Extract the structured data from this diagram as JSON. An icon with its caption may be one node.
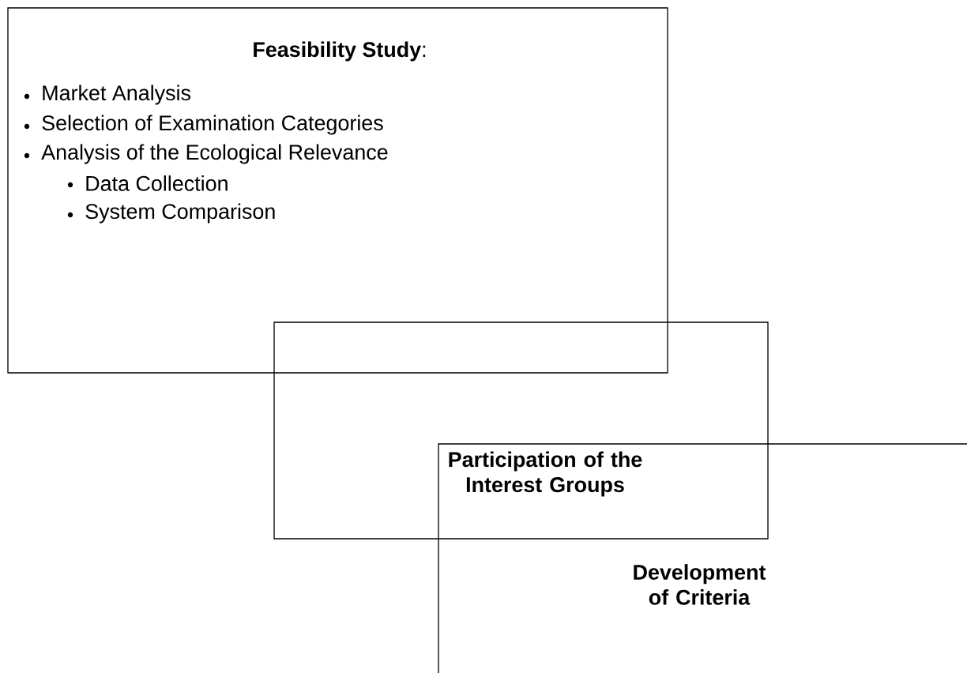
{
  "diagram": {
    "nodes": [
      {
        "text": [
          "**Feasibility Study**:",
          "Market Analysis",
          "Selection of Examination Categories",
          "Analysis of the Ecological Relevance",
          "Data Collection",
          "System Comparison"
        ]
      },
      {
        "text": [
          "Participation of the Interest Groups"
        ]
      },
      {
        "text": [
          "Development of Criteria"
        ]
      }
    ]
  }
}
